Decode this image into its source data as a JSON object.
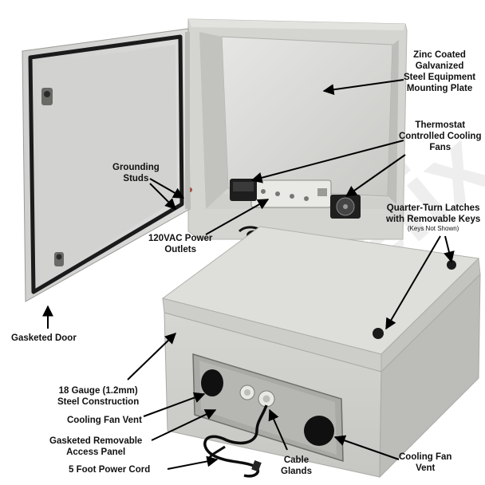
{
  "labels": {
    "mounting_plate": [
      "Zinc Coated",
      "Galvanized",
      "Steel Equipment",
      "Mounting Plate"
    ],
    "thermostat": [
      "Thermostat",
      "Controlled Cooling",
      "Fans"
    ],
    "grounding": [
      "Grounding",
      "Studs"
    ],
    "latches": [
      "Quarter-Turn Latches",
      "with Removable Keys"
    ],
    "latches_note": "(Keys Not Shown)",
    "power_outlets": [
      "120VAC Power",
      "Outlets"
    ],
    "gasketed_door": "Gasketed Door",
    "steel": [
      "18 Gauge (1.2mm)",
      "Steel Construction"
    ],
    "fan_vent_left": "Cooling Fan Vent",
    "access_panel": [
      "Gasketed Removable",
      "Access Panel"
    ],
    "power_cord": "5 Foot Power Cord",
    "glands": [
      "Cable",
      "Glands"
    ],
    "fan_vent_right": [
      "Cooling Fan",
      "Vent"
    ]
  },
  "watermark": "Altelix",
  "colors": {
    "enclosure": "#d9d9d6",
    "enclosure_shade": "#c4c4c0",
    "gasket": "#1b1b1b",
    "arrow": "#000000"
  }
}
